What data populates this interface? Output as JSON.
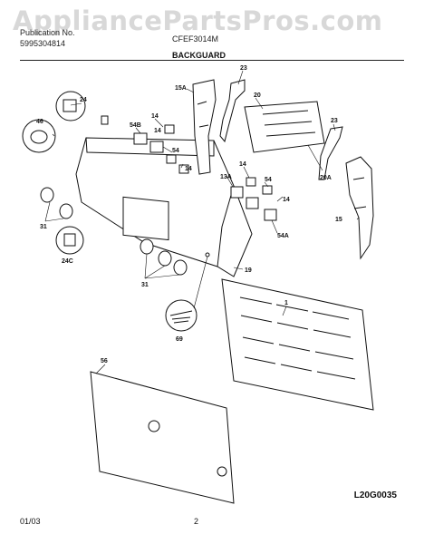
{
  "watermark": "AppliancePartsPros.com",
  "header": {
    "publication_label": "Publication No.",
    "publication_number": "5995304814",
    "model_fragment": "CFEF3014M",
    "section_title": "BACKGUARD"
  },
  "diagram_code": "L20G0035",
  "footer": {
    "date": "01/03",
    "page": "2"
  },
  "callouts": [
    "23",
    "15A",
    "20",
    "24",
    "14",
    "54B",
    "46",
    "14",
    "54",
    "14",
    "20A",
    "23",
    "13A",
    "14",
    "54",
    "14",
    "15",
    "31",
    "24C",
    "54A",
    "19",
    "31",
    "1",
    "69",
    "56"
  ],
  "colors": {
    "line": "#111111",
    "watermark": "#d8d8d8"
  }
}
